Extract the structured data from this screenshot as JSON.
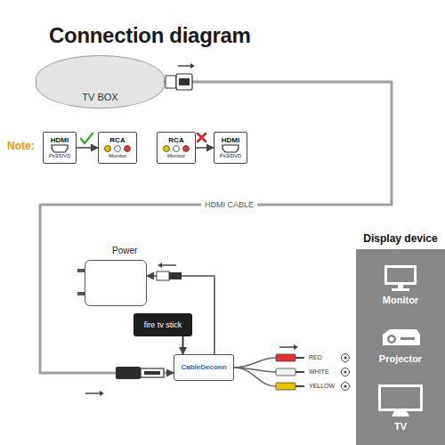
{
  "diagram": {
    "title": "Connection diagram",
    "nodes": [
      {
        "text": [
          "TV BOX"
        ]
      },
      {
        "text": [
          "HDMI",
          "Ps3/DVD"
        ]
      },
      {
        "text": [
          "RCA",
          "Monitor"
        ]
      },
      {
        "text": [
          "RCA",
          "Monitor"
        ]
      },
      {
        "text": [
          "HDMI",
          "Ps3/DVD"
        ]
      },
      {
        "text": [
          "Power"
        ]
      },
      {
        "text": [
          "fire tv stick"
        ]
      },
      {
        "text": [
          "CableDeconn"
        ]
      },
      {
        "text": [
          "Display device"
        ]
      },
      {
        "text": [
          "Monitor"
        ],
        "in": 8
      },
      {
        "text": [
          "Projector"
        ],
        "in": 8
      },
      {
        "text": [
          "TV"
        ],
        "in": 8
      }
    ],
    "edges": [
      {
        "from": 0,
        "to": 7,
        "label": "HDMI CABLE",
        "arrow": "to"
      },
      {
        "from": 1,
        "to": 2,
        "arrow": "to"
      },
      {
        "from": 3,
        "to": 4,
        "arrow": "to"
      },
      {
        "from": 7,
        "to": 5,
        "arrow": "to"
      },
      {
        "from": 6,
        "to": 7,
        "arrow": "to"
      }
    ],
    "labels": [
      "Note:",
      "RED",
      "WHITE",
      "YELLOW"
    ]
  }
}
